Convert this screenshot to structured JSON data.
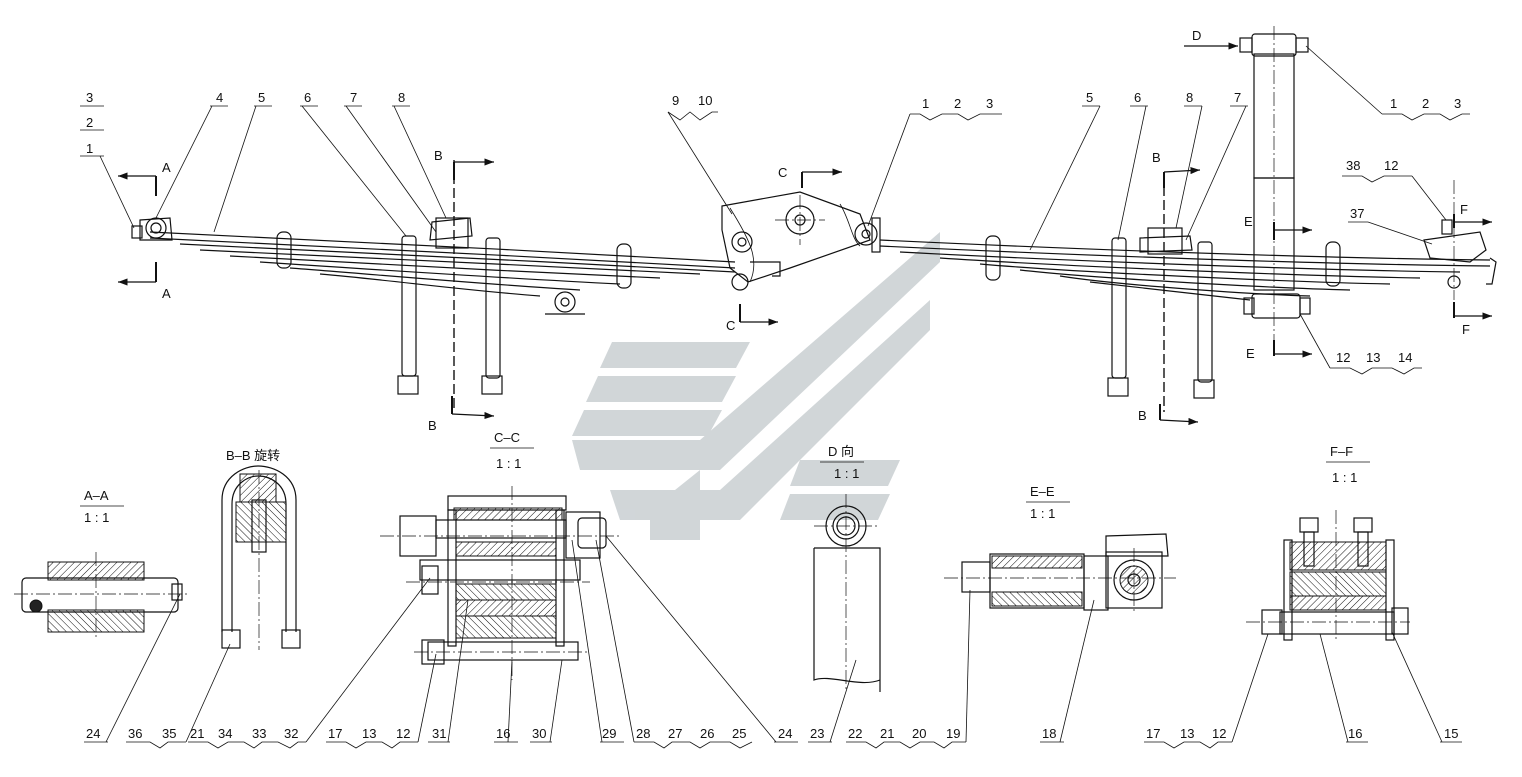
{
  "leader_labels": {
    "l1": "1",
    "l2": "2",
    "l3": "3",
    "l4": "4",
    "l5": "5",
    "l6": "6",
    "l7": "7",
    "l8": "8",
    "l9": "9",
    "l10": "10",
    "m1": "1",
    "m2": "2",
    "m3": "3",
    "r5": "5",
    "r6": "6",
    "r8": "8",
    "r7": "7",
    "d1": "1",
    "d2": "2",
    "d3": "3",
    "s38": "38",
    "s12": "12",
    "s37": "37",
    "e12": "12",
    "e13": "13",
    "e14": "14"
  },
  "section_markers": {
    "A_top": "A",
    "A_bot": "A",
    "B_top_left": "B",
    "B_bot_left": "B",
    "C_top": "C",
    "C_bot": "C",
    "B_top_right": "B",
    "B_bot_right": "B",
    "D": "D",
    "E_top": "E",
    "E_bot": "E",
    "F_top": "F",
    "F_bot": "F"
  },
  "views": {
    "aa_title": "A–A",
    "aa_scale": "1 : 1",
    "bb_title": "B–B 旋转",
    "cc_title": "C–C",
    "cc_scale": "1 : 1",
    "d_title": "D 向",
    "d_scale": "1 : 1",
    "ee_title": "E–E",
    "ee_scale": "1 : 1",
    "ff_title": "F–F",
    "ff_scale": "1 : 1"
  },
  "bottom_labels": {
    "b24a": "24",
    "b36": "36",
    "b35": "35",
    "b21a": "21",
    "b34": "34",
    "b33": "33",
    "b32": "32",
    "b17a": "17",
    "b13a": "13",
    "b12a": "12",
    "b31": "31",
    "b16a": "16",
    "b30": "30",
    "b29": "29",
    "b28": "28",
    "b27": "27",
    "b26": "26",
    "b25": "25",
    "b24b": "24",
    "b23": "23",
    "b22": "22",
    "b21b": "21",
    "b20": "20",
    "b19": "19",
    "b18": "18",
    "b17b": "17",
    "b13b": "13",
    "b12b": "12",
    "b16b": "16",
    "b15": "15"
  },
  "watermark_color": "#c9cfd2"
}
